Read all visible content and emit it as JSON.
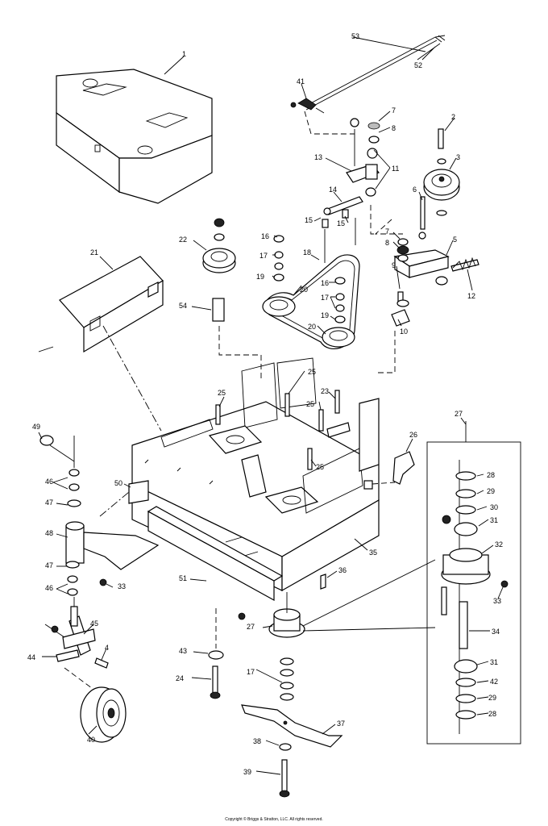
{
  "diagram": {
    "labels": [
      {
        "id": "1",
        "text": "1"
      },
      {
        "id": "2",
        "text": "2"
      },
      {
        "id": "3",
        "text": "3"
      },
      {
        "id": "4",
        "text": "4"
      },
      {
        "id": "5",
        "text": "5"
      },
      {
        "id": "6",
        "text": "6"
      },
      {
        "id": "7a",
        "text": "7"
      },
      {
        "id": "7b",
        "text": "7"
      },
      {
        "id": "8a",
        "text": "8"
      },
      {
        "id": "8b",
        "text": "8"
      },
      {
        "id": "9",
        "text": "9"
      },
      {
        "id": "10",
        "text": "10"
      },
      {
        "id": "11",
        "text": "11"
      },
      {
        "id": "12",
        "text": "12"
      },
      {
        "id": "13",
        "text": "13"
      },
      {
        "id": "14",
        "text": "14"
      },
      {
        "id": "15a",
        "text": "15"
      },
      {
        "id": "15b",
        "text": "15"
      },
      {
        "id": "16a",
        "text": "16"
      },
      {
        "id": "16b",
        "text": "16"
      },
      {
        "id": "17a",
        "text": "17"
      },
      {
        "id": "17b",
        "text": "17"
      },
      {
        "id": "17c",
        "text": "17"
      },
      {
        "id": "18",
        "text": "18"
      },
      {
        "id": "19a",
        "text": "19"
      },
      {
        "id": "19b",
        "text": "19"
      },
      {
        "id": "20a",
        "text": "20"
      },
      {
        "id": "20b",
        "text": "20"
      },
      {
        "id": "21",
        "text": "21"
      },
      {
        "id": "22",
        "text": "22"
      },
      {
        "id": "23",
        "text": "23"
      },
      {
        "id": "24",
        "text": "24"
      },
      {
        "id": "25a",
        "text": "25"
      },
      {
        "id": "25b",
        "text": "25"
      },
      {
        "id": "25c",
        "text": "25"
      },
      {
        "id": "25d",
        "text": "25"
      },
      {
        "id": "26",
        "text": "26"
      },
      {
        "id": "27a",
        "text": "27"
      },
      {
        "id": "27b",
        "text": "27"
      },
      {
        "id": "28a",
        "text": "28"
      },
      {
        "id": "28b",
        "text": "28"
      },
      {
        "id": "29a",
        "text": "29"
      },
      {
        "id": "29b",
        "text": "29"
      },
      {
        "id": "30",
        "text": "30"
      },
      {
        "id": "31a",
        "text": "31"
      },
      {
        "id": "31b",
        "text": "31"
      },
      {
        "id": "32",
        "text": "32"
      },
      {
        "id": "33a",
        "text": "33"
      },
      {
        "id": "33b",
        "text": "33"
      },
      {
        "id": "34",
        "text": "34"
      },
      {
        "id": "35",
        "text": "35"
      },
      {
        "id": "36",
        "text": "36"
      },
      {
        "id": "37",
        "text": "37"
      },
      {
        "id": "38",
        "text": "38"
      },
      {
        "id": "39",
        "text": "39"
      },
      {
        "id": "40",
        "text": "40"
      },
      {
        "id": "41",
        "text": "41"
      },
      {
        "id": "42",
        "text": "42"
      },
      {
        "id": "43",
        "text": "43"
      },
      {
        "id": "44",
        "text": "44"
      },
      {
        "id": "45",
        "text": "45"
      },
      {
        "id": "46a",
        "text": "46"
      },
      {
        "id": "46b",
        "text": "46"
      },
      {
        "id": "47a",
        "text": "47"
      },
      {
        "id": "47b",
        "text": "47"
      },
      {
        "id": "48",
        "text": "48"
      },
      {
        "id": "49",
        "text": "49"
      },
      {
        "id": "50",
        "text": "50"
      },
      {
        "id": "51",
        "text": "51"
      },
      {
        "id": "52",
        "text": "52"
      },
      {
        "id": "53",
        "text": "53"
      },
      {
        "id": "54",
        "text": "54"
      }
    ],
    "copyright": "Copyright © Briggs & Stratton, LLC. All rights reserved."
  }
}
